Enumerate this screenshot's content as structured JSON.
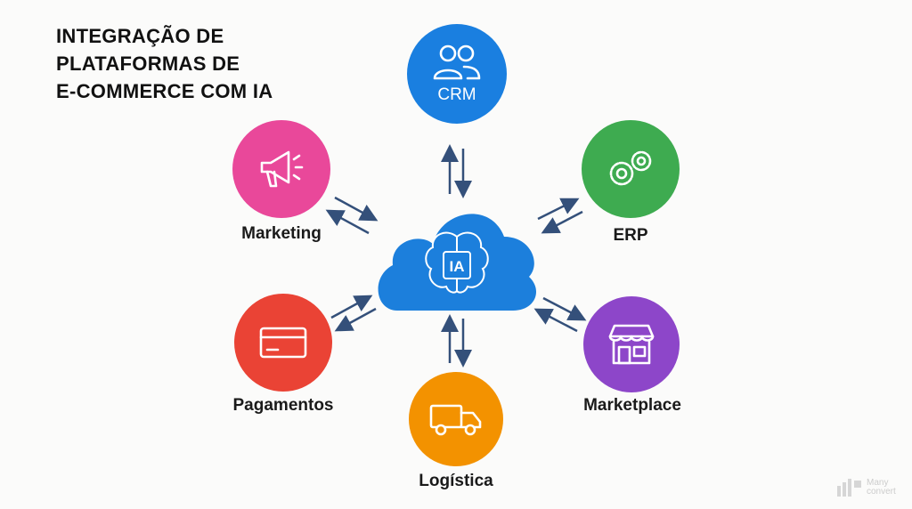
{
  "title": [
    "INTEGRAÇÃO DE",
    "PLATAFORMAS DE",
    "E-COMMERCE COM IA"
  ],
  "center": {
    "label": "IA",
    "color": "#1c7fdc"
  },
  "nodes": {
    "crm": {
      "label": "CRM",
      "color": "#1a7fe0",
      "icon": "users-icon"
    },
    "marketing": {
      "label": "Marketing",
      "color": "#e9489a",
      "icon": "megaphone-icon"
    },
    "erp": {
      "label": "ERP",
      "color": "#3eab50",
      "icon": "gears-icon"
    },
    "pagamentos": {
      "label": "Pagamentos",
      "color": "#ea4335",
      "icon": "credit-card-icon"
    },
    "logistica": {
      "label": "Logística",
      "color": "#f39200",
      "icon": "truck-icon"
    },
    "marketplace": {
      "label": "Marketplace",
      "color": "#8d46c9",
      "icon": "store-icon"
    }
  },
  "arrow_color": "#34507a",
  "watermark": {
    "line1": "Many",
    "line2": "convert"
  }
}
